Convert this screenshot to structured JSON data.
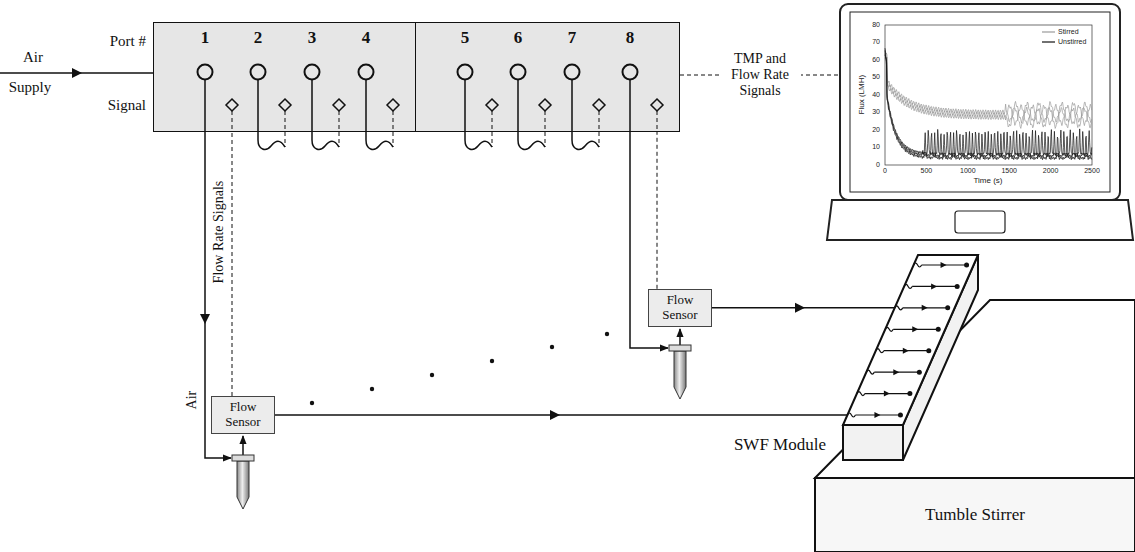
{
  "diagram": {
    "nodes": [
      {
        "text": [
          "1",
          "2",
          "3",
          "4"
        ]
      },
      {
        "text": [
          "5",
          "6",
          "7",
          "8"
        ]
      },
      {
        "text": [
          "Flow Sensor"
        ]
      },
      {
        "text": [
          "Flow Sensor"
        ]
      }
    ],
    "edges": [
      {
        "from": 2,
        "to": 0,
        "arrow": "none",
        "label": "Flow Rate Signals"
      },
      {
        "from": 3,
        "to": 1,
        "arrow": "none"
      }
    ],
    "labels": [
      "Air",
      "Supply",
      "Port #",
      "Signal",
      "TMP and Flow Rate Signals",
      "Air",
      "SWF Module",
      "Tumble Stirrer",
      "Flux (LMH)",
      "Time (s)",
      "0",
      "10",
      "20",
      "30",
      "40",
      "50",
      "60",
      "70",
      "80",
      "0",
      "500",
      "1000",
      "1500",
      "2000",
      "2500"
    ],
    "legend": [
      {
        "text": "Stirred"
      },
      {
        "text": "Unstirred"
      }
    ]
  }
}
